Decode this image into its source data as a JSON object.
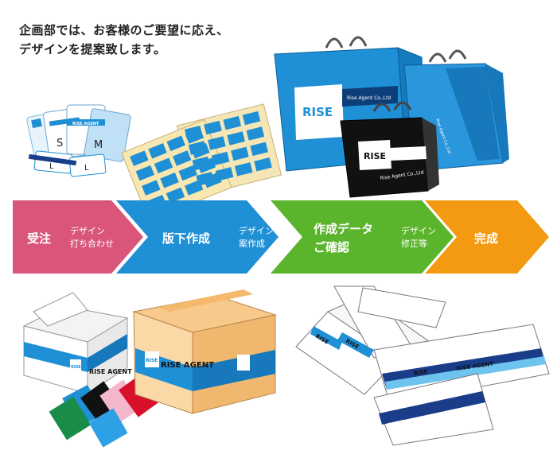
{
  "intro": {
    "line1": "企画部では、お客様のご要望に応え、",
    "line2": "デザインを提案致します。"
  },
  "flow": {
    "steps": [
      {
        "label": "受注",
        "color": "#d9557a"
      },
      {
        "label": "版下作成",
        "color": "#1f8fd6"
      },
      {
        "label_line1": "作成データ",
        "label_line2": "ご確認",
        "color": "#5bb52c"
      },
      {
        "label": "完成",
        "color": "#f39a12"
      }
    ],
    "between": [
      {
        "line1": "デザイン",
        "line2": "打ち合わせ"
      },
      {
        "line1": "デザイン",
        "line2": "案作成"
      },
      {
        "line1": "デザイン",
        "line2": "修正等"
      }
    ]
  },
  "brand": {
    "short": "RISE",
    "name": "RISE AGENT",
    "company": "Rise Agent Co.,Ltd",
    "accent": "#1f8fd6"
  },
  "tag_sizes": [
    "S",
    "M",
    "L",
    "L"
  ]
}
